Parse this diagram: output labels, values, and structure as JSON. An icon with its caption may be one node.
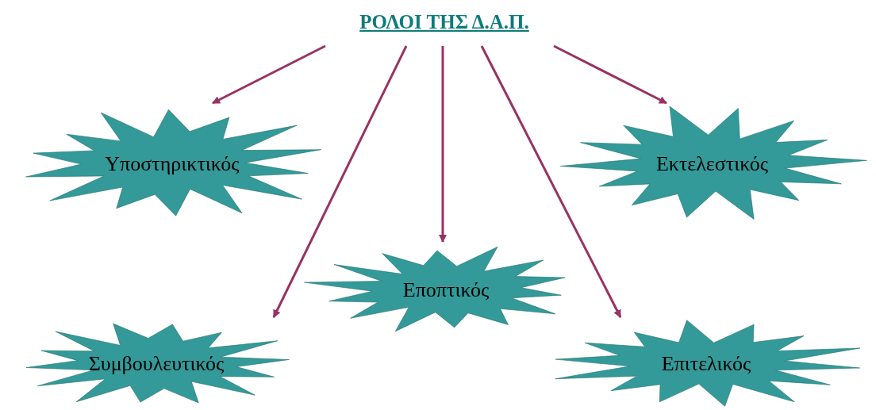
{
  "diagram": {
    "nodes": [
      {
        "text": [
          "ΡΟΛΟΙ ΤΗΣ Δ.Α.Π."
        ]
      },
      {
        "text": [
          "Υποστηρικτικός"
        ]
      },
      {
        "text": [
          "Εκτελεστικός"
        ]
      },
      {
        "text": [
          "Εποπτικός"
        ]
      },
      {
        "text": [
          "Συμβουλευτικός"
        ]
      },
      {
        "text": [
          "Επιτελικός"
        ]
      }
    ],
    "edges": [
      {
        "from": 0,
        "to": 1,
        "arrow": "to"
      },
      {
        "from": 0,
        "to": 2,
        "arrow": "to"
      },
      {
        "from": 0,
        "to": 3,
        "arrow": "to"
      },
      {
        "from": 0,
        "to": 4,
        "arrow": "to"
      },
      {
        "from": 0,
        "to": 5,
        "arrow": "to"
      }
    ]
  }
}
